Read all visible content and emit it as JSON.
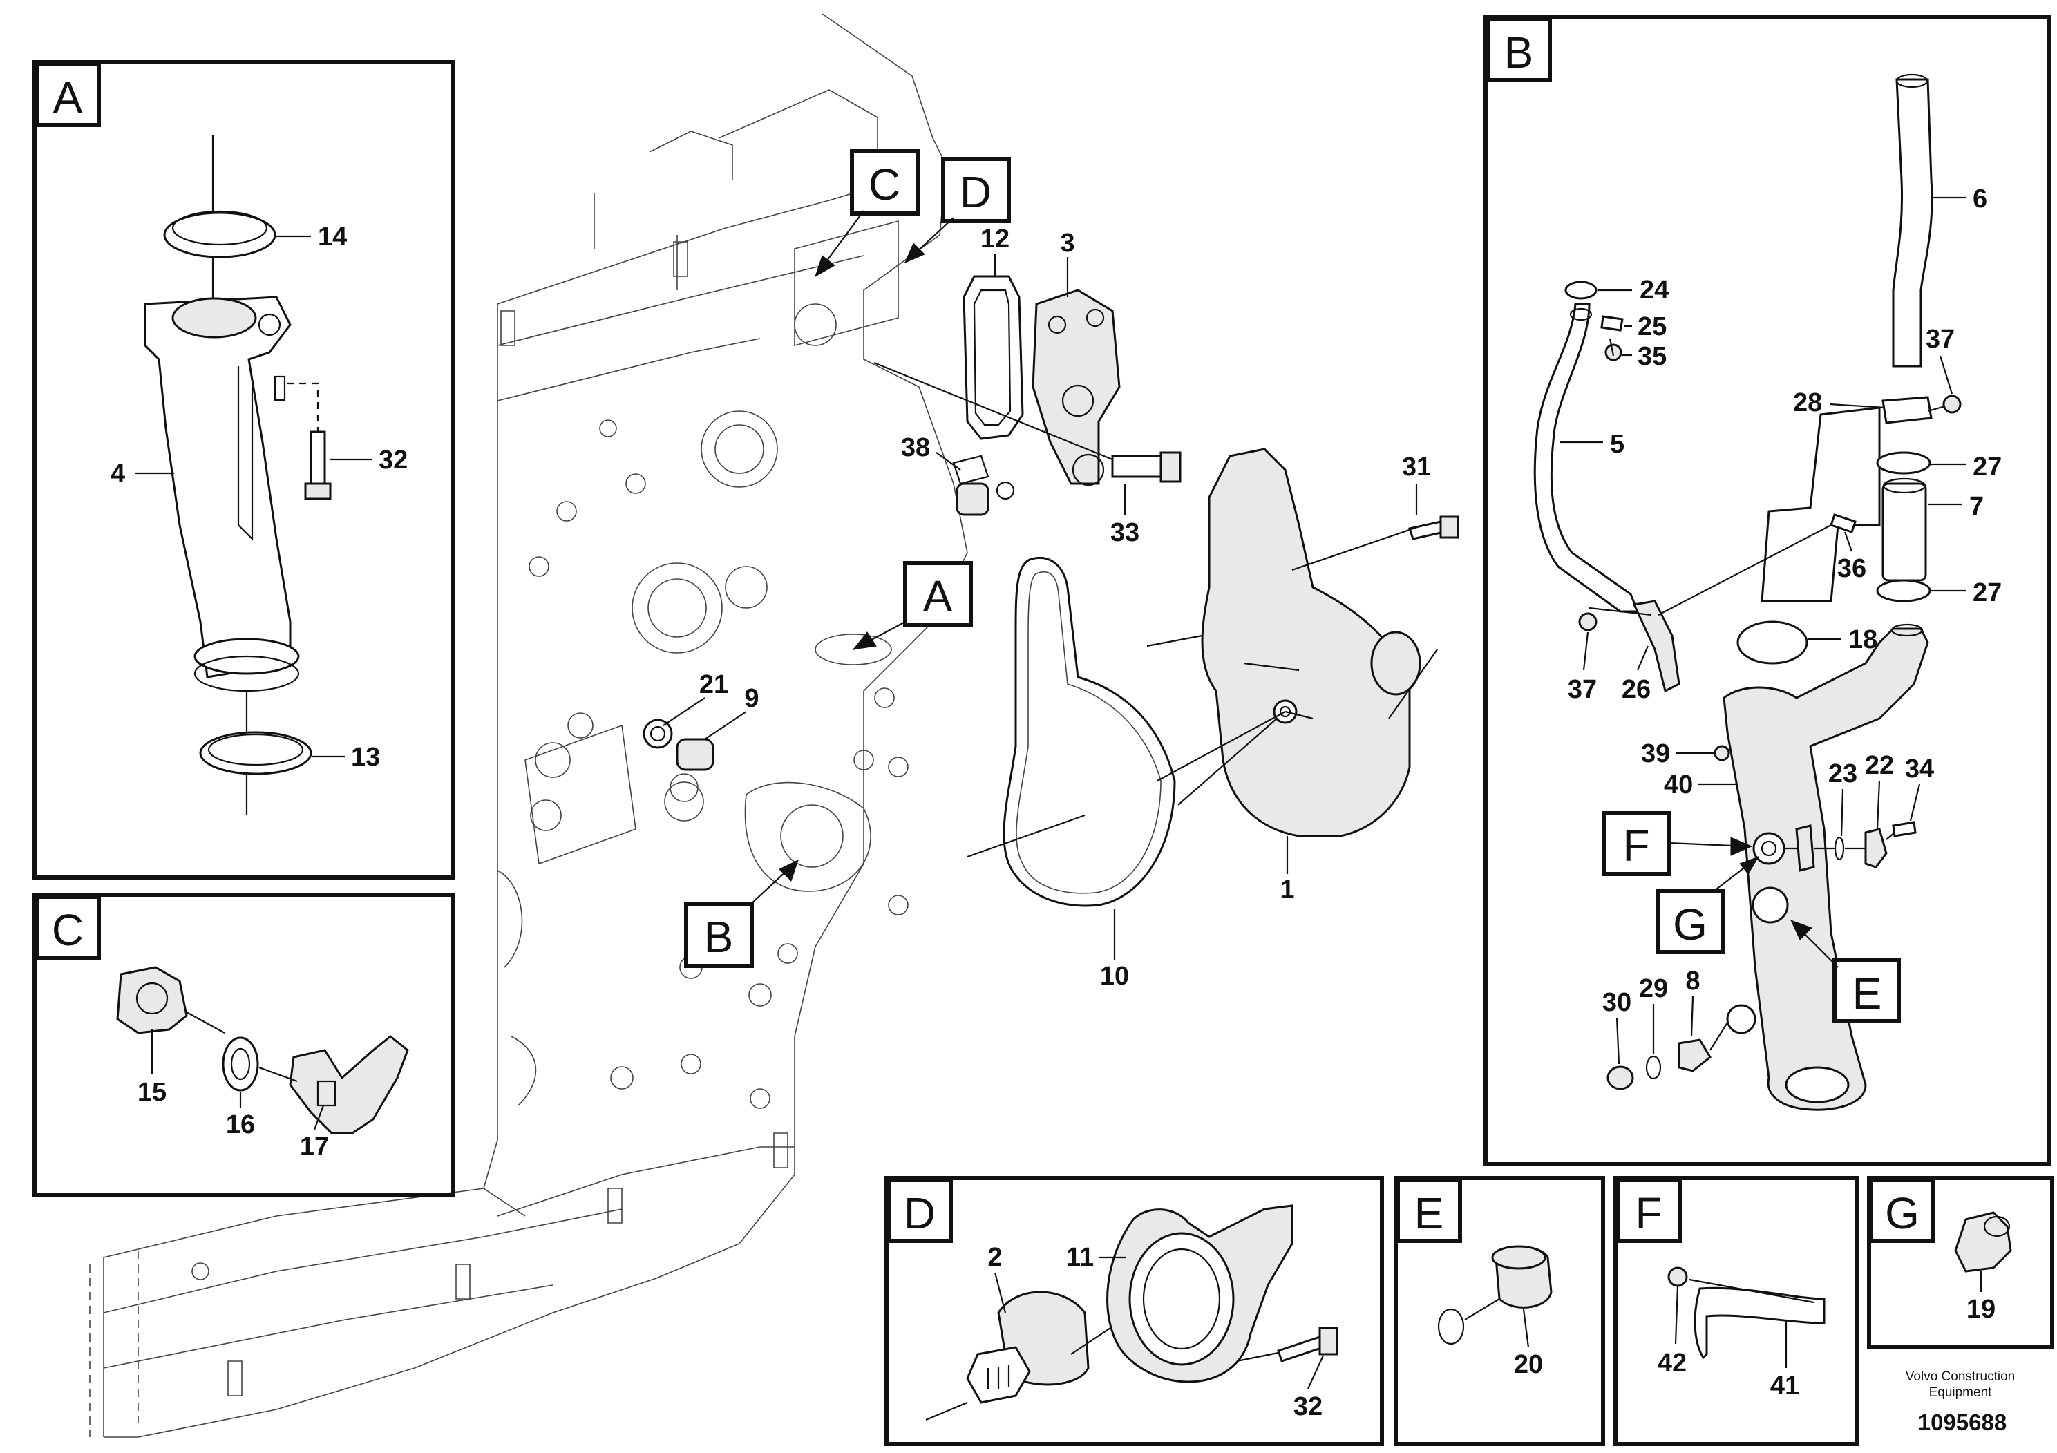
{
  "detail_tags": {
    "a": "A",
    "b": "B",
    "c": "C",
    "d": "D",
    "e": "E",
    "f": "F",
    "g": "G"
  },
  "parts": {
    "p1": "1",
    "p2": "2",
    "p3": "3",
    "p4": "4",
    "p5": "5",
    "p6": "6",
    "p7": "7",
    "p8": "8",
    "p9": "9",
    "p10": "10",
    "p11": "11",
    "p12": "12",
    "p13": "13",
    "p14": "14",
    "p15": "15",
    "p16": "16",
    "p17": "17",
    "p18": "18",
    "p19": "19",
    "p20": "20",
    "p21": "21",
    "p22": "22",
    "p23": "23",
    "p24": "24",
    "p25": "25",
    "p26": "26",
    "p27": "27",
    "p28": "28",
    "p29": "29",
    "p30": "30",
    "p31": "31",
    "p32": "32",
    "p33": "33",
    "p34": "34",
    "p35": "35",
    "p36": "36",
    "p37": "37",
    "p38": "38",
    "p39": "39",
    "p40": "40",
    "p41": "41",
    "p42": "42"
  },
  "footer": {
    "brand_line1": "Volvo Construction",
    "brand_line2": "Equipment",
    "drawing_number": "1095688"
  }
}
